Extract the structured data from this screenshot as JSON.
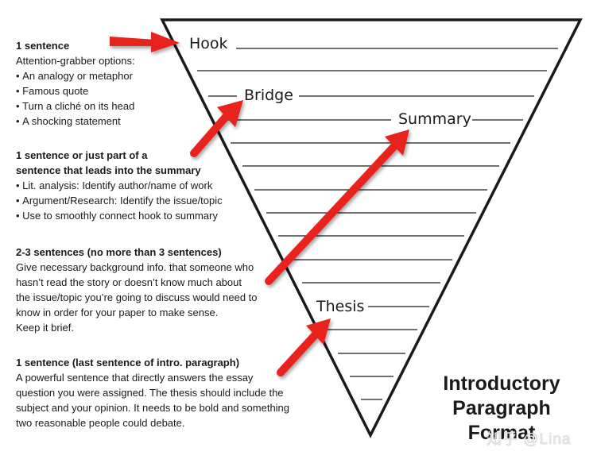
{
  "diagram": {
    "labels": {
      "hook": "Hook",
      "bridge": "Bridge",
      "summary": "Summary",
      "thesis": "Thesis"
    },
    "colors": {
      "arrow": "#e8201e",
      "outline": "#1a1a1a",
      "line": "#1a1a1a"
    }
  },
  "sections": {
    "hook": {
      "heading": "1 sentence",
      "intro": "Attention-grabber options:",
      "items": [
        "An analogy or metaphor",
        "Famous quote",
        "Turn a cliché on its head",
        "A shocking statement"
      ]
    },
    "bridge": {
      "heading_lines": [
        "1 sentence or just part of a",
        "sentence that leads into the summary"
      ],
      "items": [
        "Lit. analysis: Identify author/name of work",
        "Argument/Research: Identify the issue/topic",
        "Use to smoothly connect hook to summary"
      ]
    },
    "summary": {
      "heading": "2-3 sentences (no more than 3 sentences)",
      "lines": [
        "Give necessary background info. that someone who",
        "hasn’t read the story or doesn’t know much about",
        "the issue/topic you’re going to discuss would need to",
        "know in order for your paper to make sense.",
        "Keep it brief."
      ]
    },
    "thesis": {
      "heading": "1 sentence (last sentence of intro. paragraph)",
      "lines": [
        "A powerful sentence that directly answers the essay",
        "question you were assigned. The thesis should include the",
        "subject and your opinion. It needs to be bold and something",
        "two reasonable people could debate."
      ]
    }
  },
  "title": {
    "lines": [
      "Introductory",
      "Paragraph",
      "Format"
    ]
  },
  "watermark": "知乎 @Lina"
}
